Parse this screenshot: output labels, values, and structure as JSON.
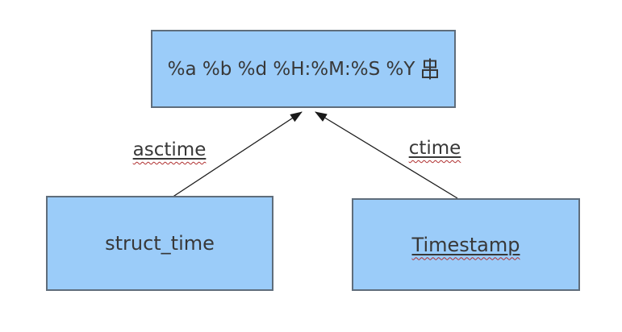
{
  "diagram": {
    "nodes": [
      {
        "id": "format-string",
        "label": "%a %b %d %H:%M:%S %Y 串",
        "label_prefix": "%a %b %d %H:%M:%S %Y",
        "label_suffix_glyph": "串",
        "spellcheck_underline": false
      },
      {
        "id": "struct-time",
        "label": "struct_time",
        "spellcheck_underline": false
      },
      {
        "id": "timestamp",
        "label": "Timestamp",
        "spellcheck_underline": true
      }
    ],
    "edges": [
      {
        "id": "asctime",
        "label": "asctime",
        "from": "struct_time",
        "to": "%a %b %d %H:%M:%S %Y 串",
        "spellcheck_underline": true
      },
      {
        "id": "ctime",
        "label": "ctime",
        "from": "Timestamp",
        "to": "%a %b %d %H:%M:%S %Y 串",
        "spellcheck_underline": true
      }
    ],
    "colors": {
      "background": "#ffffff",
      "node_fill": "#9bccf9",
      "node_border": "#5f6d7b",
      "text": "#383838",
      "arrow": "#1a1a1a",
      "spellcheck_wavy": "#b03030"
    }
  }
}
